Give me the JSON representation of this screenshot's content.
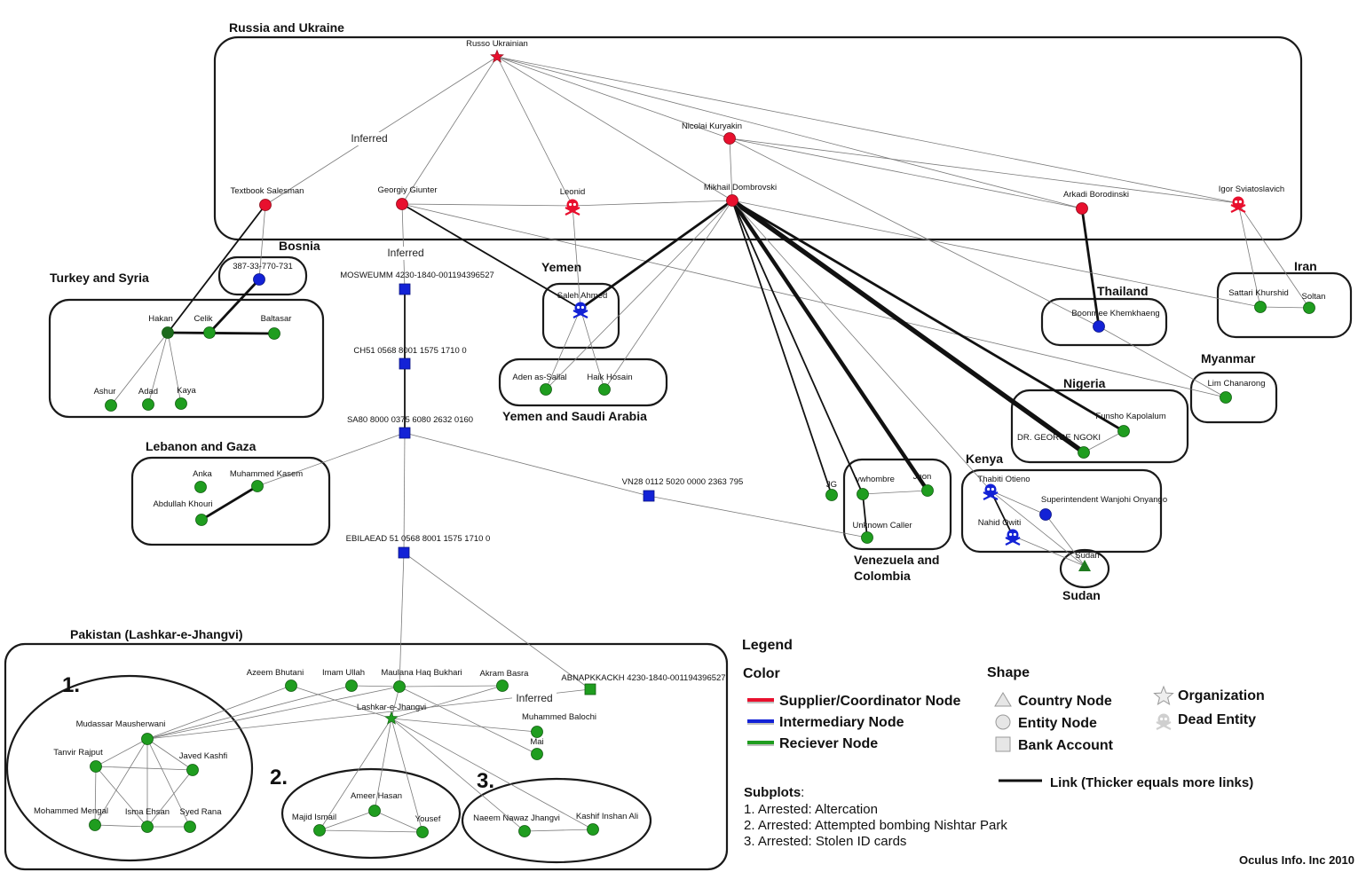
{
  "colors": {
    "supplier": "#e8102e",
    "intermediary": "#1322d6",
    "receiver": "#1f9d1f",
    "organization_red": "#e8102e",
    "organization_green": "#1f9d1f",
    "country": "#1f7a1f",
    "dead_blue": "#1322d6",
    "dead_red": "#e8102e"
  },
  "regions": [
    {
      "id": "russia",
      "label": "Russia and Ukraine"
    },
    {
      "id": "bosnia",
      "label": "Bosnia"
    },
    {
      "id": "turkey",
      "label": "Turkey and Syria"
    },
    {
      "id": "yemen",
      "label": "Yemen"
    },
    {
      "id": "yemen_saudi",
      "label": "Yemen and Saudi Arabia"
    },
    {
      "id": "lebanon",
      "label": "Lebanon and Gaza"
    },
    {
      "id": "thailand",
      "label": "Thailand"
    },
    {
      "id": "iran",
      "label": "Iran"
    },
    {
      "id": "myanmar",
      "label": "Myanmar"
    },
    {
      "id": "nigeria",
      "label": "Nigeria"
    },
    {
      "id": "kenya",
      "label": "Kenya"
    },
    {
      "id": "venezuela",
      "label": "Venezuela and\nColombia"
    },
    {
      "id": "sudan",
      "label": "Sudan"
    },
    {
      "id": "pakistan",
      "label": "Pakistan (Lashkar-e-Jhangvi)"
    }
  ],
  "subplot_markers": [
    "1.",
    "2.",
    "3."
  ],
  "nodes": [
    {
      "id": "russo",
      "label": "Russo Ukrainian",
      "role": "supplier",
      "shape": "star"
    },
    {
      "id": "nicolai",
      "label": "Nicolai Kuryakin",
      "role": "supplier",
      "shape": "circle"
    },
    {
      "id": "textbook",
      "label": "Textbook Salesman",
      "role": "supplier",
      "shape": "circle"
    },
    {
      "id": "georgiy",
      "label": "Georgiy Giunter",
      "role": "supplier",
      "shape": "circle"
    },
    {
      "id": "leonid",
      "label": "Leonid",
      "role": "supplier",
      "shape": "skull"
    },
    {
      "id": "mikhail",
      "label": "Mikhail Dombrovski",
      "role": "supplier",
      "shape": "circle"
    },
    {
      "id": "arkadi",
      "label": "Arkadi Borodinski",
      "role": "supplier",
      "shape": "circle"
    },
    {
      "id": "igor",
      "label": "Igor Sviatoslavich",
      "role": "supplier",
      "shape": "skull"
    },
    {
      "id": "bosnia_acct",
      "label": "387-33-770-731",
      "role": "intermediary",
      "shape": "circle"
    },
    {
      "id": "hakan",
      "label": "Hakan",
      "role": "receiver_dark",
      "shape": "circle"
    },
    {
      "id": "celik",
      "label": "Celik",
      "role": "receiver",
      "shape": "circle"
    },
    {
      "id": "baltasar",
      "label": "Baltasar",
      "role": "receiver",
      "shape": "circle"
    },
    {
      "id": "ashur",
      "label": "Ashur",
      "role": "receiver",
      "shape": "circle"
    },
    {
      "id": "adad",
      "label": "Adad",
      "role": "receiver",
      "shape": "circle"
    },
    {
      "id": "kaya",
      "label": "Kaya",
      "role": "receiver",
      "shape": "circle"
    },
    {
      "id": "mosweumm",
      "label": "MOSWEUMM 4230-1840-001194396527",
      "role": "intermediary",
      "shape": "square"
    },
    {
      "id": "ch51",
      "label": "CH51 0568 8001 1575 1710 0",
      "role": "intermediary",
      "shape": "square"
    },
    {
      "id": "sa80",
      "label": "SA80 8000 0375 6080 2632 0160",
      "role": "intermediary",
      "shape": "square"
    },
    {
      "id": "vn28",
      "label": "VN28 0112 5020 0000 2363 795",
      "role": "intermediary",
      "shape": "square"
    },
    {
      "id": "ebilaead",
      "label": "EBILAEAD 51 0568 8001 1575 1710 0",
      "role": "intermediary",
      "shape": "square"
    },
    {
      "id": "saleh",
      "label": "Saleh Ahmed",
      "role": "intermediary",
      "shape": "skull"
    },
    {
      "id": "aden",
      "label": "Aden as-Sallal",
      "role": "receiver",
      "shape": "circle"
    },
    {
      "id": "haik",
      "label": "Haik Hosain",
      "role": "receiver",
      "shape": "circle"
    },
    {
      "id": "anka",
      "label": "Anka",
      "role": "receiver",
      "shape": "circle"
    },
    {
      "id": "kasem",
      "label": "Muhammed Kasem",
      "role": "receiver",
      "shape": "circle"
    },
    {
      "id": "khouri",
      "label": "Abdullah Khouri",
      "role": "receiver",
      "shape": "circle"
    },
    {
      "id": "boonmee",
      "label": "Boonmee Khemkhaeng",
      "role": "intermediary",
      "shape": "circle"
    },
    {
      "id": "sattari",
      "label": "Sattari Khurshid",
      "role": "receiver",
      "shape": "circle"
    },
    {
      "id": "soltan",
      "label": "Soltan",
      "role": "receiver",
      "shape": "circle"
    },
    {
      "id": "lim",
      "label": "Lim Chanarong",
      "role": "receiver",
      "shape": "circle"
    },
    {
      "id": "funsho",
      "label": "Funsho Kapolalum",
      "role": "receiver",
      "shape": "circle"
    },
    {
      "id": "ngoki",
      "label": "DR. GEORGE NGOKI",
      "role": "receiver",
      "shape": "circle"
    },
    {
      "id": "jg",
      "label": "JG",
      "role": "receiver",
      "shape": "circle"
    },
    {
      "id": "vwhombre",
      "label": "vwhombre",
      "role": "receiver",
      "shape": "circle"
    },
    {
      "id": "jhon",
      "label": "Jhon",
      "role": "receiver",
      "shape": "circle"
    },
    {
      "id": "unknown",
      "label": "Unknown Caller",
      "role": "receiver",
      "shape": "circle"
    },
    {
      "id": "thabiti",
      "label": "Thabiti Otieno",
      "role": "intermediary",
      "shape": "skull"
    },
    {
      "id": "wanjohi",
      "label": "Superintendent Wanjohi Onyango",
      "role": "intermediary",
      "shape": "circle"
    },
    {
      "id": "nahid",
      "label": "Nahid Owiti",
      "role": "intermediary",
      "shape": "skull"
    },
    {
      "id": "sudan_node",
      "label": "Sudan",
      "role": "country",
      "shape": "triangle"
    },
    {
      "id": "azeem",
      "label": "Azeem Bhutani",
      "role": "receiver",
      "shape": "circle"
    },
    {
      "id": "imam",
      "label": "Imam Ullah",
      "role": "receiver",
      "shape": "circle"
    },
    {
      "id": "maulana",
      "label": "Maulana Haq Bukhari",
      "role": "receiver",
      "shape": "circle"
    },
    {
      "id": "akram",
      "label": "Akram Basra",
      "role": "receiver",
      "shape": "circle"
    },
    {
      "id": "abnap",
      "label": "ABNAPKKACKH 4230-1840-001194396527",
      "role": "receiver",
      "shape": "square"
    },
    {
      "id": "lej",
      "label": "Lashkar-e-Jhangvi",
      "role": "receiver",
      "shape": "star"
    },
    {
      "id": "balochi",
      "label": "Muhammed Balochi",
      "role": "receiver",
      "shape": "circle"
    },
    {
      "id": "mai",
      "label": "Mai",
      "role": "receiver",
      "shape": "circle"
    },
    {
      "id": "mudassar",
      "label": "Mudassar Mausherwani",
      "role": "receiver",
      "shape": "circle"
    },
    {
      "id": "tanvir",
      "label": "Tanvir Rajput",
      "role": "receiver",
      "shape": "circle"
    },
    {
      "id": "javed",
      "label": "Javed Kashfi",
      "role": "receiver",
      "shape": "circle"
    },
    {
      "id": "mengal",
      "label": "Mohammed Mengal",
      "role": "receiver",
      "shape": "circle"
    },
    {
      "id": "isma",
      "label": "Isma Ehsan",
      "role": "receiver",
      "shape": "circle"
    },
    {
      "id": "syed",
      "label": "Syed Rana",
      "role": "receiver",
      "shape": "circle"
    },
    {
      "id": "ameer",
      "label": "Ameer Hasan",
      "role": "receiver",
      "shape": "circle"
    },
    {
      "id": "majid",
      "label": "Majid Ismail",
      "role": "receiver",
      "shape": "circle"
    },
    {
      "id": "yousef",
      "label": "Yousef",
      "role": "receiver",
      "shape": "circle"
    },
    {
      "id": "naeem",
      "label": "Naeem Nawaz Jhangvi",
      "role": "receiver",
      "shape": "circle"
    },
    {
      "id": "kashif",
      "label": "Kashif Inshan Ali",
      "role": "receiver",
      "shape": "circle"
    }
  ],
  "edges": [
    {
      "from": "russo",
      "to": "textbook",
      "w": 1,
      "label": "Inferred"
    },
    {
      "from": "russo",
      "to": "georgiy",
      "w": 1
    },
    {
      "from": "russo",
      "to": "leonid",
      "w": 1
    },
    {
      "from": "russo",
      "to": "mikhail",
      "w": 1
    },
    {
      "from": "russo",
      "to": "nicolai",
      "w": 1
    },
    {
      "from": "russo",
      "to": "arkadi",
      "w": 1
    },
    {
      "from": "russo",
      "to": "igor",
      "w": 1
    },
    {
      "from": "nicolai",
      "to": "mikhail",
      "w": 1
    },
    {
      "from": "nicolai",
      "to": "igor",
      "w": 1
    },
    {
      "from": "nicolai",
      "to": "arkadi",
      "w": 1
    },
    {
      "from": "nicolai",
      "to": "boonmee",
      "w": 1
    },
    {
      "from": "georgiy",
      "to": "leonid",
      "w": 1
    },
    {
      "from": "georgiy",
      "to": "mosweumm",
      "w": 1,
      "label": "Inferred"
    },
    {
      "from": "georgiy",
      "to": "saleh",
      "w": 2
    },
    {
      "from": "georgiy",
      "to": "lim",
      "w": 1
    },
    {
      "from": "leonid",
      "to": "mikhail",
      "w": 1
    },
    {
      "from": "leonid",
      "to": "saleh",
      "w": 1
    },
    {
      "from": "textbook",
      "to": "bosnia_acct",
      "w": 1
    },
    {
      "from": "textbook",
      "to": "hakan",
      "w": 2
    },
    {
      "from": "arkadi",
      "to": "boonmee",
      "w": 3
    },
    {
      "from": "igor",
      "to": "sattari",
      "w": 1
    },
    {
      "from": "igor",
      "to": "soltan",
      "w": 1
    },
    {
      "from": "mikhail",
      "to": "saleh",
      "w": 3
    },
    {
      "from": "mikhail",
      "to": "aden",
      "w": 1
    },
    {
      "from": "mikhail",
      "to": "haik",
      "w": 1
    },
    {
      "from": "mikhail",
      "to": "sattari",
      "w": 1
    },
    {
      "from": "mikhail",
      "to": "jg",
      "w": 2
    },
    {
      "from": "mikhail",
      "to": "vwhombre",
      "w": 2
    },
    {
      "from": "mikhail",
      "to": "jhon",
      "w": 5
    },
    {
      "from": "mikhail",
      "to": "ngoki",
      "w": 6
    },
    {
      "from": "mikhail",
      "to": "funsho",
      "w": 3
    },
    {
      "from": "mikhail",
      "to": "thabiti",
      "w": 1
    },
    {
      "from": "bosnia_acct",
      "to": "celik",
      "w": 3
    },
    {
      "from": "hakan",
      "to": "celik",
      "w": 1
    },
    {
      "from": "hakan",
      "to": "baltasar",
      "w": 3
    },
    {
      "from": "hakan",
      "to": "ashur",
      "w": 1
    },
    {
      "from": "hakan",
      "to": "adad",
      "w": 1
    },
    {
      "from": "hakan",
      "to": "kaya",
      "w": 1
    },
    {
      "from": "mosweumm",
      "to": "ch51",
      "w": 2
    },
    {
      "from": "ch51",
      "to": "sa80",
      "w": 2
    },
    {
      "from": "sa80",
      "to": "kasem",
      "w": 1
    },
    {
      "from": "sa80",
      "to": "vn28",
      "w": 1
    },
    {
      "from": "sa80",
      "to": "ebilaead",
      "w": 1
    },
    {
      "from": "vn28",
      "to": "unknown",
      "w": 1
    },
    {
      "from": "kasem",
      "to": "khouri",
      "w": 3
    },
    {
      "from": "saleh",
      "to": "aden",
      "w": 1
    },
    {
      "from": "saleh",
      "to": "haik",
      "w": 1
    },
    {
      "from": "sattari",
      "to": "soltan",
      "w": 1
    },
    {
      "from": "boonmee",
      "to": "lim",
      "w": 1
    },
    {
      "from": "funsho",
      "to": "ngoki",
      "w": 1
    },
    {
      "from": "vwhombre",
      "to": "jhon",
      "w": 1
    },
    {
      "from": "vwhombre",
      "to": "unknown",
      "w": 2
    },
    {
      "from": "thabiti",
      "to": "wanjohi",
      "w": 1
    },
    {
      "from": "thabiti",
      "to": "nahid",
      "w": 2
    },
    {
      "from": "thabiti",
      "to": "sudan_node",
      "w": 1
    },
    {
      "from": "nahid",
      "to": "sudan_node",
      "w": 1
    },
    {
      "from": "wanjohi",
      "to": "sudan_node",
      "w": 1
    },
    {
      "from": "ebilaead",
      "to": "maulana",
      "w": 1
    },
    {
      "from": "ebilaead",
      "to": "abnap",
      "w": 1
    },
    {
      "from": "abnap",
      "to": "mudassar",
      "w": 1,
      "label": "Inferred"
    },
    {
      "from": "azeem",
      "to": "mudassar",
      "w": 1
    },
    {
      "from": "azeem",
      "to": "lej",
      "w": 1
    },
    {
      "from": "imam",
      "to": "mudassar",
      "w": 1
    },
    {
      "from": "imam",
      "to": "maulana",
      "w": 1
    },
    {
      "from": "maulana",
      "to": "mudassar",
      "w": 1
    },
    {
      "from": "maulana",
      "to": "akram",
      "w": 1
    },
    {
      "from": "maulana",
      "to": "mai",
      "w": 1
    },
    {
      "from": "maulana",
      "to": "lej",
      "w": 1
    },
    {
      "from": "akram",
      "to": "lej",
      "w": 1
    },
    {
      "from": "lej",
      "to": "balochi",
      "w": 1
    },
    {
      "from": "lej",
      "to": "ameer",
      "w": 1
    },
    {
      "from": "lej",
      "to": "majid",
      "w": 1
    },
    {
      "from": "lej",
      "to": "yousef",
      "w": 1
    },
    {
      "from": "lej",
      "to": "naeem",
      "w": 1
    },
    {
      "from": "lej",
      "to": "kashif",
      "w": 1
    },
    {
      "from": "mudassar",
      "to": "tanvir",
      "w": 1
    },
    {
      "from": "mudassar",
      "to": "javed",
      "w": 1
    },
    {
      "from": "mudassar",
      "to": "mengal",
      "w": 1
    },
    {
      "from": "mudassar",
      "to": "isma",
      "w": 1
    },
    {
      "from": "mudassar",
      "to": "syed",
      "w": 1
    },
    {
      "from": "tanvir",
      "to": "javed",
      "w": 1
    },
    {
      "from": "tanvir",
      "to": "mengal",
      "w": 1
    },
    {
      "from": "tanvir",
      "to": "isma",
      "w": 1
    },
    {
      "from": "javed",
      "to": "isma",
      "w": 1
    },
    {
      "from": "mengal",
      "to": "isma",
      "w": 1
    },
    {
      "from": "isma",
      "to": "syed",
      "w": 1
    },
    {
      "from": "ameer",
      "to": "majid",
      "w": 1
    },
    {
      "from": "ameer",
      "to": "yousef",
      "w": 1
    },
    {
      "from": "majid",
      "to": "yousef",
      "w": 1
    },
    {
      "from": "naeem",
      "to": "kashif",
      "w": 1
    }
  ],
  "legend": {
    "title": "Legend",
    "color_heading": "Color",
    "color_items": [
      {
        "label": "Supplier/Coordinator Node",
        "color": "#e8102e"
      },
      {
        "label": "Intermediary Node",
        "color": "#1322d6"
      },
      {
        "label": "Reciever Node",
        "color": "#1f9d1f"
      }
    ],
    "shape_heading": "Shape",
    "shape_items": [
      {
        "label": "Country Node",
        "icon": "triangle-icon"
      },
      {
        "label": "Entity Node",
        "icon": "circle-icon"
      },
      {
        "label": "Bank Account",
        "icon": "square-icon"
      }
    ],
    "extra_items": [
      {
        "label": "Organization",
        "icon": "star-icon"
      },
      {
        "label": "Dead Entity",
        "icon": "skull-icon"
      }
    ],
    "link_label": "Link (Thicker equals more links)"
  },
  "subplots": {
    "heading": "Subplots",
    "colon": ":",
    "items": [
      "1. Arrested: Altercation",
      "2. Arrested: Attempted bombing Nishtar Park",
      "3. Arrested: Stolen ID cards"
    ]
  },
  "credit": "Oculus Info. Inc 2010"
}
